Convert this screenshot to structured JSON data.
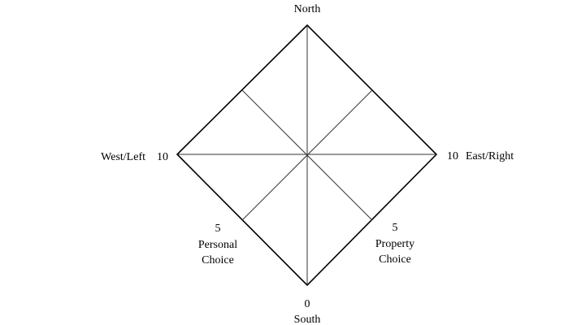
{
  "diagram": {
    "labels": {
      "north": "North",
      "south": "South",
      "west": "West/Left",
      "east": "East/Right",
      "west_value": "10",
      "east_value": "10",
      "south_value": "0",
      "personal_value": "5",
      "personal_line1": "Personal",
      "personal_line2": "Choice",
      "property_value": "5",
      "property_line1": "Property",
      "property_line2": "Choice"
    },
    "colors": {
      "outline": "#000000",
      "inner_lines": "#333333",
      "background": "#ffffff"
    }
  }
}
